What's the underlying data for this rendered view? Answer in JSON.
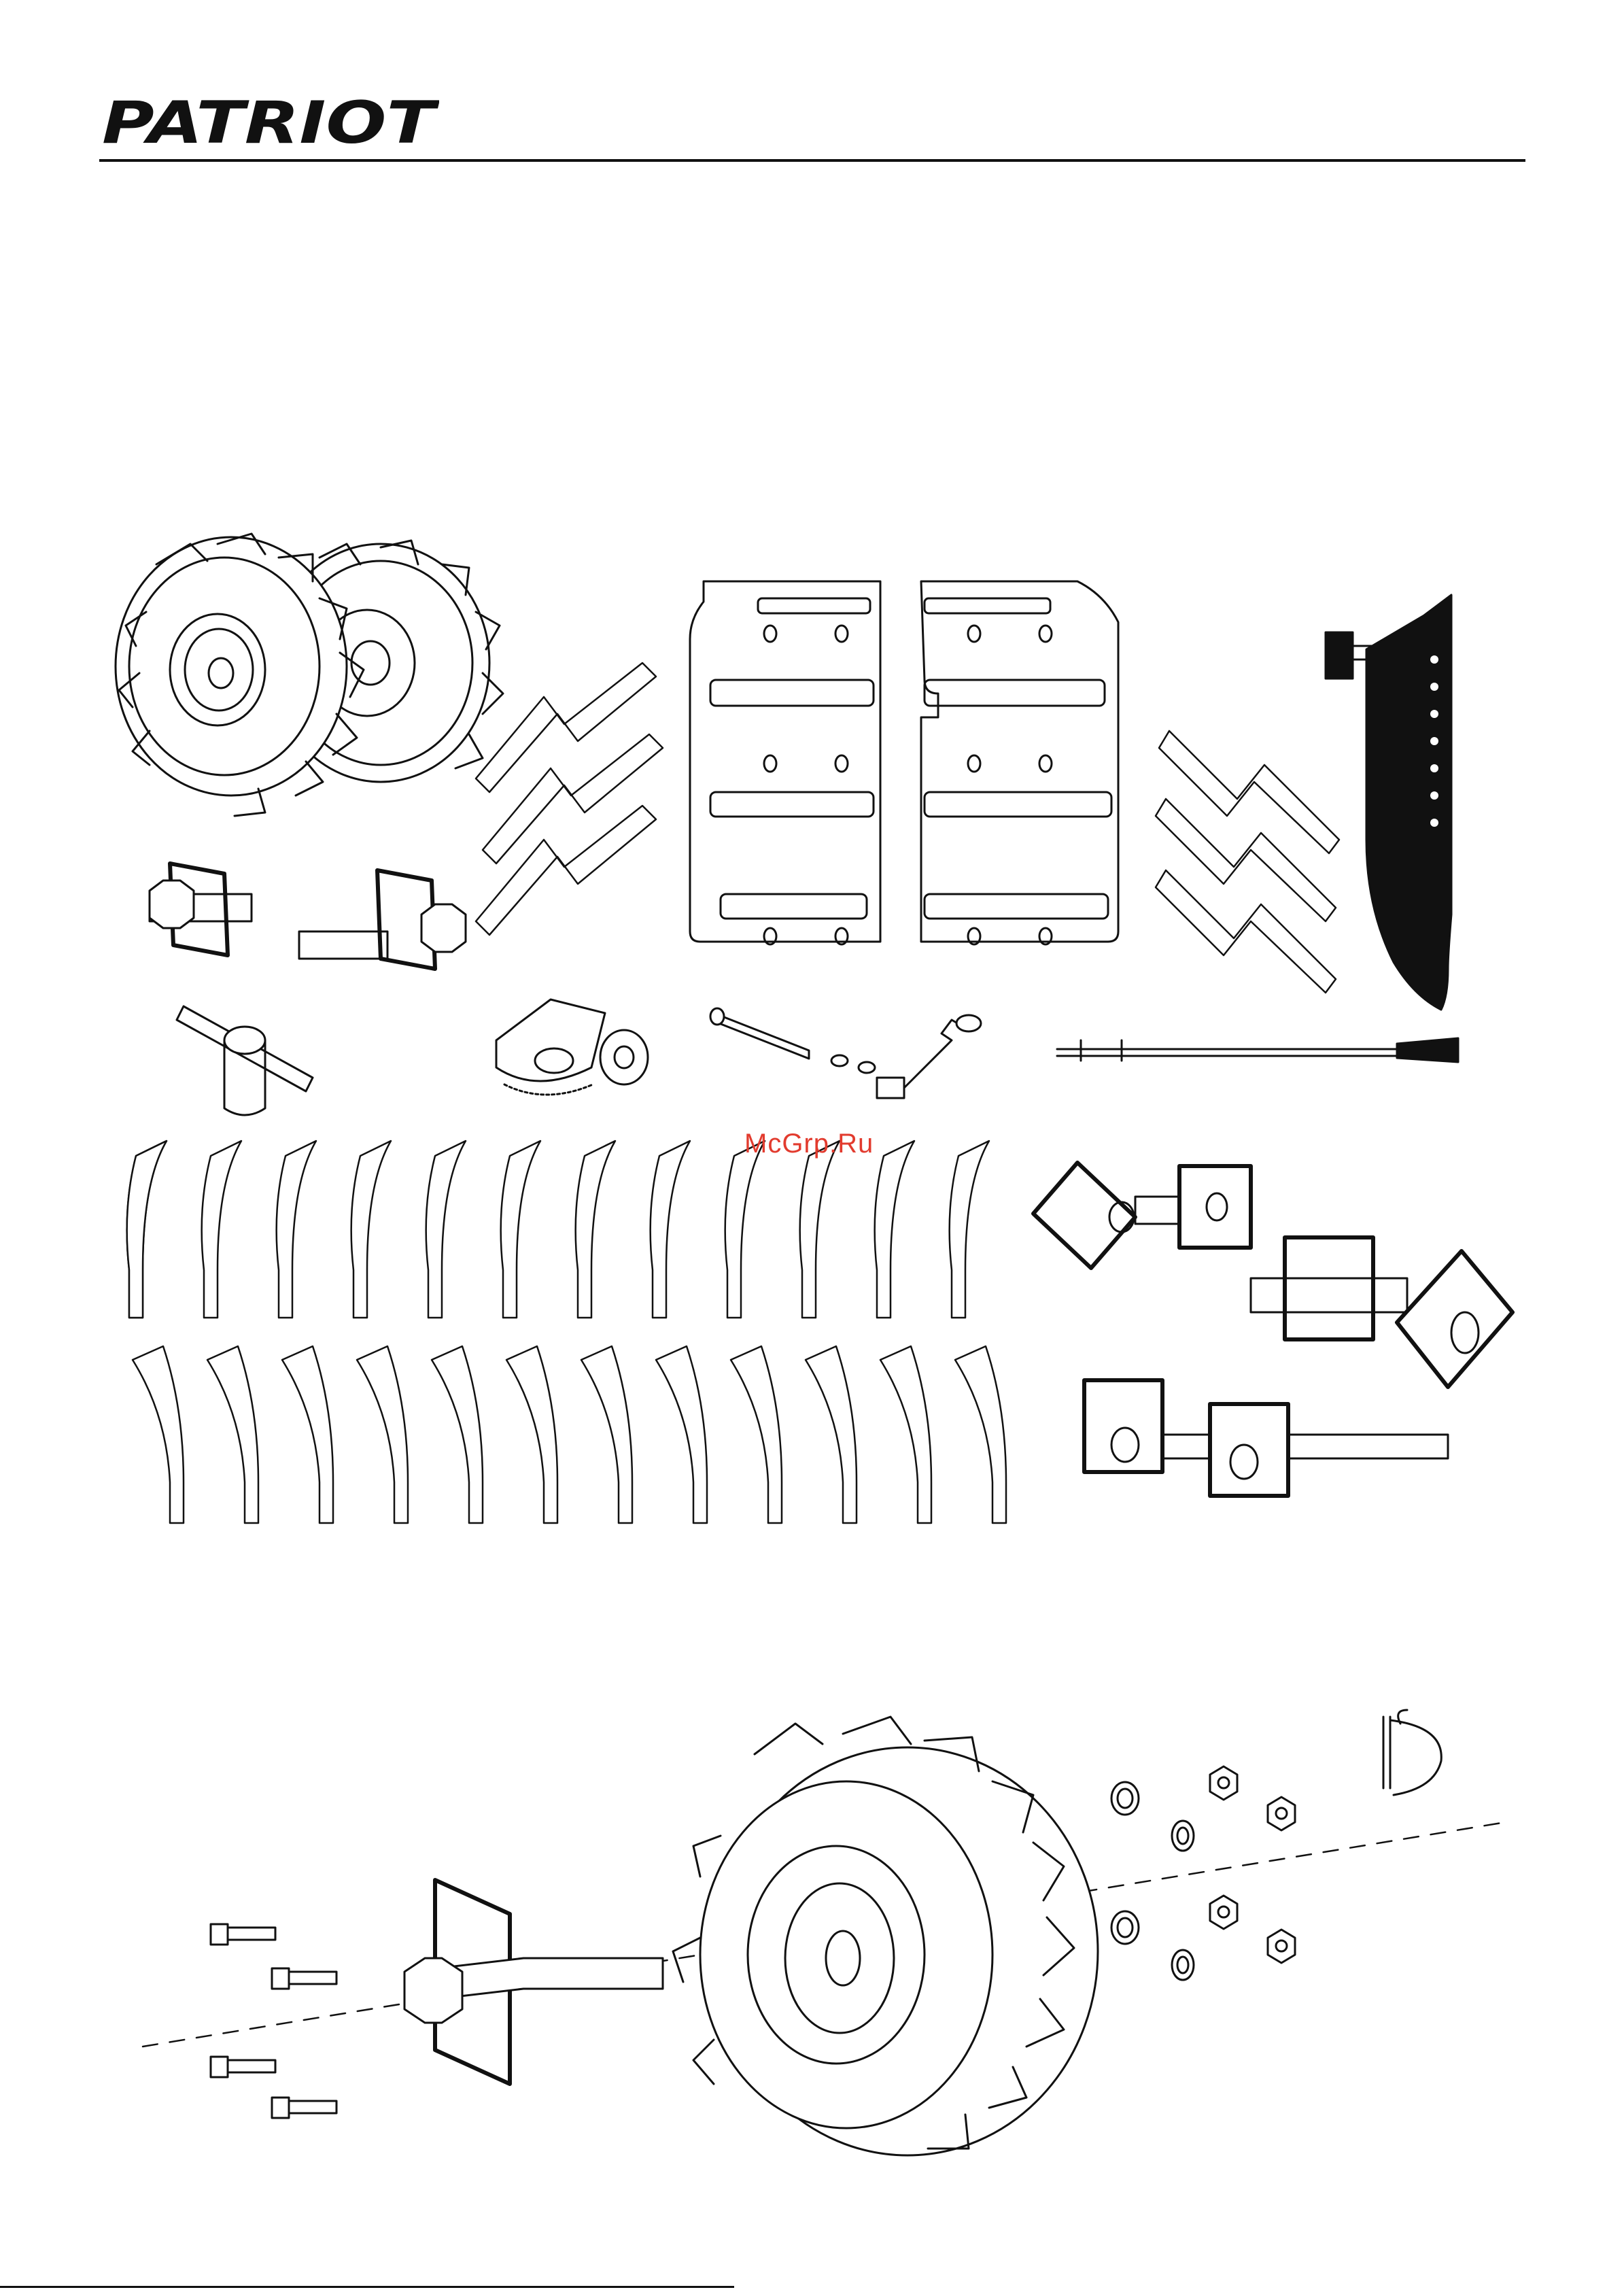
{
  "header": {
    "brand": "PATRIOT"
  },
  "watermark": {
    "text": "McGrp.Ru",
    "color": "#e23b2e"
  },
  "figures": {
    "top": "parts-kit-illustration",
    "bottom": "wheel-assembly-exploded-view"
  },
  "colors": {
    "line": "#111111",
    "plate": "#ffffff"
  }
}
